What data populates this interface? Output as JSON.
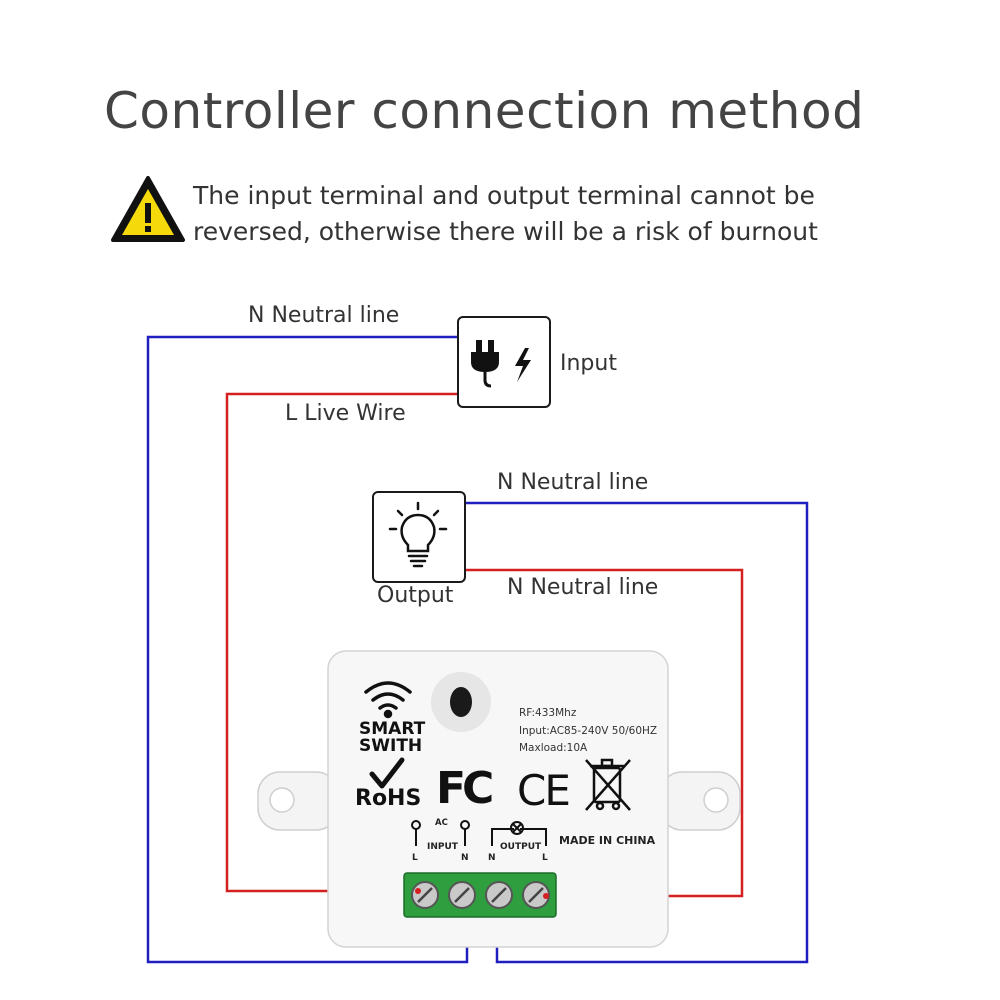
{
  "title": "Controller connection method",
  "warning": {
    "line1": "The input terminal and output terminal cannot be",
    "line2": "reversed, otherwise there will be a risk of burnout"
  },
  "labels": {
    "input_neutral": "N  Neutral  line",
    "input_live": "L  Live Wire",
    "input": "Input",
    "output_neutral_top": "N  Neutral  line",
    "output_neutral_bottom": "N  Neutral  line",
    "output": "Output"
  },
  "device": {
    "brand_line1": "SMART",
    "brand_line2": "SWITH",
    "spec_rf": "RF:433Mhz",
    "spec_input": "Input:AC85-240V 50/60HZ",
    "spec_maxload": "Maxload:10A",
    "rohs": "RoHS",
    "fcc": "FC",
    "ce": "CE",
    "made_in": "MADE IN CHINA",
    "ac": "AC",
    "input_label": "INPUT",
    "output_label": "OUTPUT",
    "term_l1": "L",
    "term_n1": "N",
    "term_n2": "N",
    "term_l2": "L"
  },
  "colors": {
    "neutral_wire": "#1f1fbf",
    "live_wire": "#d42020",
    "terminal_block": "#2e9e3e",
    "warning_yellow": "#f5d90a"
  },
  "icons": [
    "warning-icon",
    "plug-icon",
    "lightning-icon",
    "lightbulb-icon",
    "wifi-icon",
    "weee-bin-icon"
  ]
}
